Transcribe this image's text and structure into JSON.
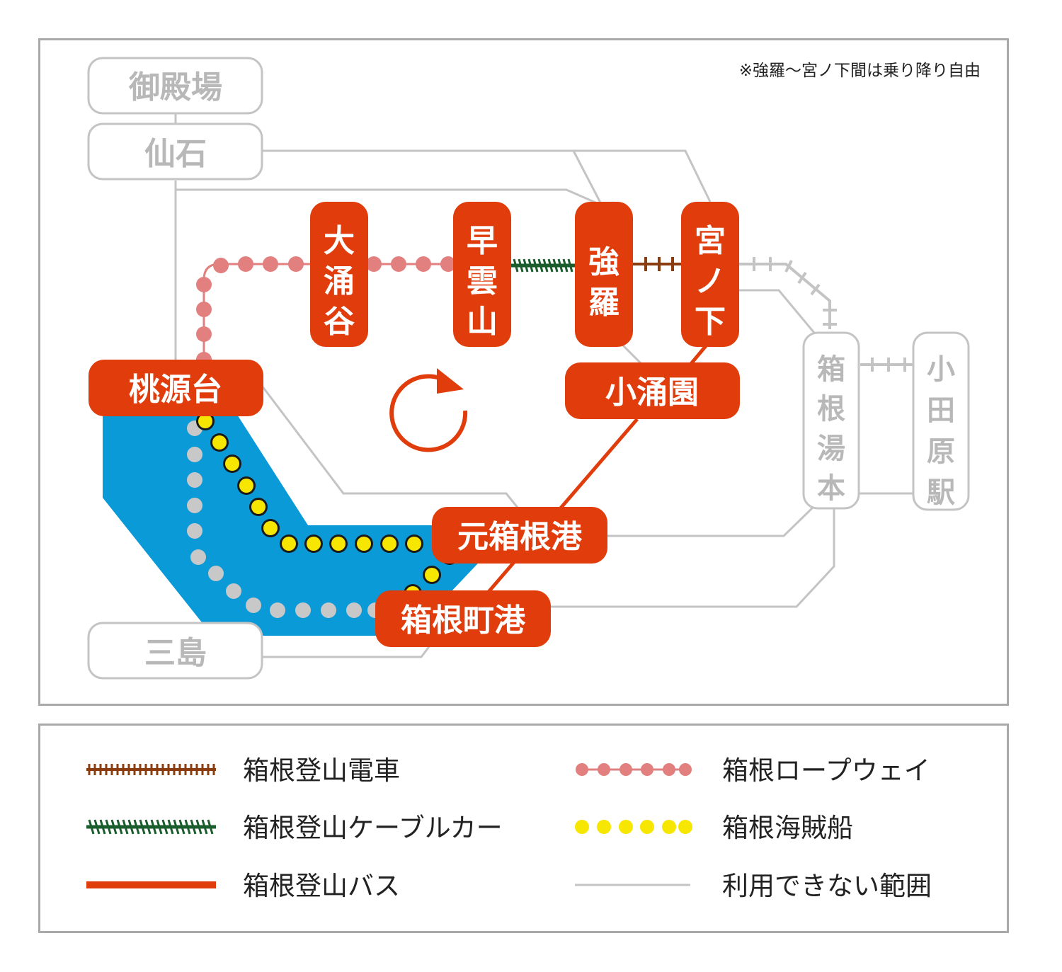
{
  "note": "※強羅〜宮ノ下間は乗り降り自由",
  "colors": {
    "bus": "#e03c0c",
    "ropeway": "#e27f7f",
    "ship": "#f6e600",
    "lake": "#0a9ad8",
    "unavailable": "#c4c4c4",
    "railway": "#8b3d10",
    "cablecar": "#1a5c2c"
  },
  "stations": {
    "gotemba": "御殿場",
    "sengoku": "仙石",
    "mishima": "三島",
    "owakudani": "大涌谷",
    "sounzan": "早雲山",
    "gora": "強羅",
    "miyanoshita": "宮ノ下",
    "togendai": "桃源台",
    "kowakien": "小涌園",
    "motohakone": "元箱根港",
    "hakonemachi": "箱根町港",
    "yumoto": "箱根湯本",
    "odawara": "小田原駅"
  },
  "direction_icon": "circular-arrow-icon",
  "legend": {
    "railway": "箱根登山電車",
    "cablecar": "箱根登山ケーブルカー",
    "bus": "箱根登山バス",
    "ropeway": "箱根ロープウェイ",
    "ship": "箱根海賊船",
    "unavailable": "利用できない範囲"
  }
}
